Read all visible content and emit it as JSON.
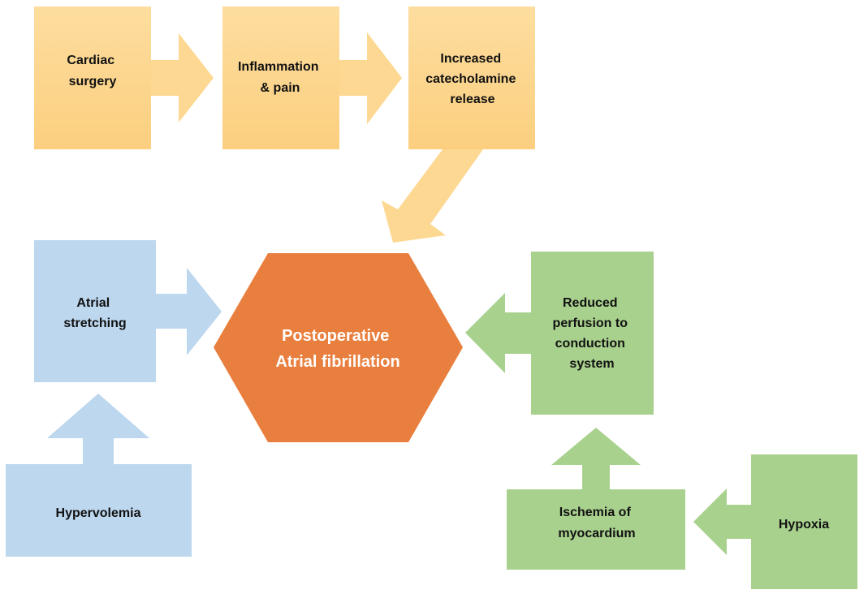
{
  "colors": {
    "orange_top": "#fddd9f",
    "orange_bottom": "#fccf7f",
    "blue": "#bdd7ee",
    "green": "#a9d18e",
    "center": "#e97f3e"
  },
  "nodes": {
    "cardiac_surgery": [
      "Cardiac",
      "surgery"
    ],
    "inflammation": [
      "Inflammation",
      "& pain"
    ],
    "catecholamine": [
      "Increased",
      "catecholamine",
      "release"
    ],
    "center": [
      "Postoperative",
      "Atrial fibrillation"
    ],
    "atrial_stretching": [
      "Atrial",
      "stretching"
    ],
    "hypervolemia": [
      "Hypervolemia"
    ],
    "reduced_perfusion": [
      "Reduced",
      "perfusion to",
      "conduction",
      "system"
    ],
    "ischemia": [
      "Ischemia of",
      "myocardium"
    ],
    "hypoxia": [
      "Hypoxia"
    ]
  }
}
